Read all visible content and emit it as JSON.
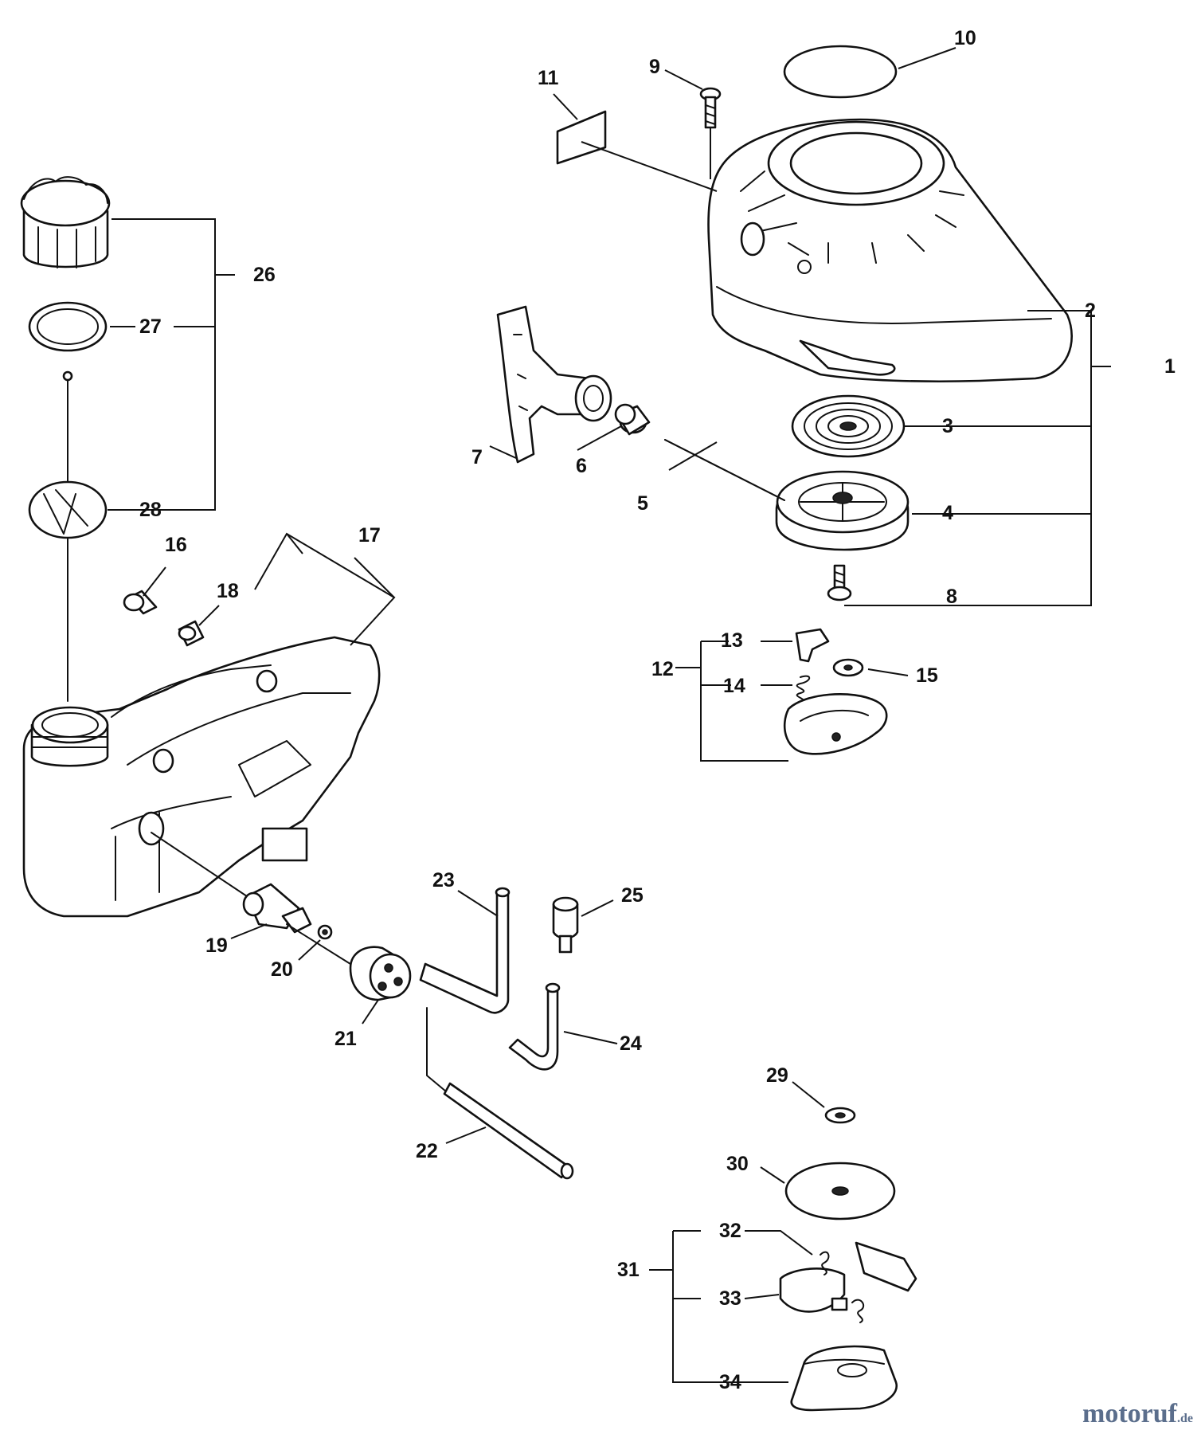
{
  "callouts": {
    "c1": "1",
    "c2": "2",
    "c3": "3",
    "c4": "4",
    "c5": "5",
    "c6": "6",
    "c7": "7",
    "c8": "8",
    "c9": "9",
    "c10": "10",
    "c11": "11",
    "c12": "12",
    "c13": "13",
    "c14": "14",
    "c15": "15",
    "c16": "16",
    "c17": "17",
    "c18": "18",
    "c19": "19",
    "c20": "20",
    "c21": "21",
    "c22": "22",
    "c23": "23",
    "c24": "24",
    "c25": "25",
    "c26": "26",
    "c27": "27",
    "c28": "28",
    "c29": "29",
    "c30": "30",
    "c31": "31",
    "c32": "32",
    "c33": "33",
    "c34": "34"
  },
  "watermark": {
    "brand": "motoruf",
    "suffix": ".de"
  }
}
